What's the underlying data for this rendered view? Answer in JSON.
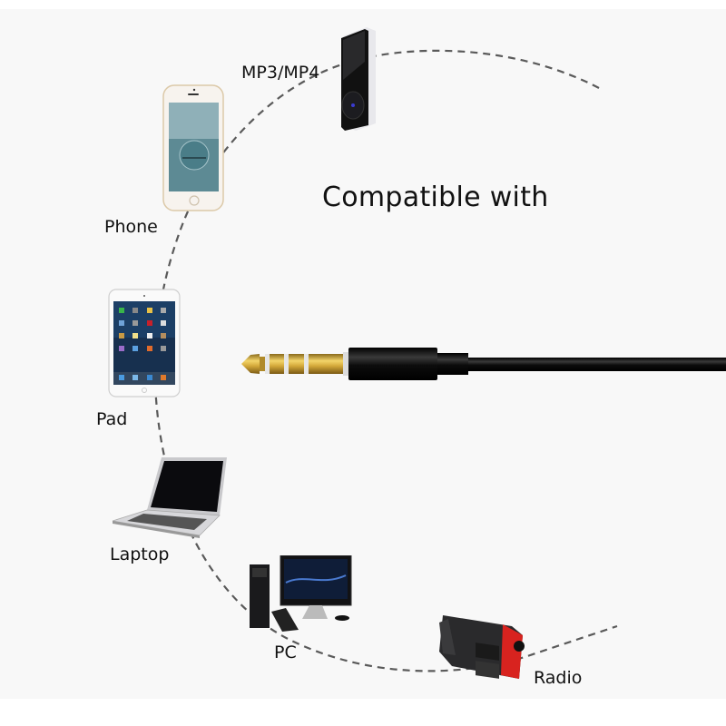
{
  "title": "Compatible with",
  "devices": [
    {
      "id": "mp3",
      "label": "MP3/MP4"
    },
    {
      "id": "phone",
      "label": "Phone"
    },
    {
      "id": "pad",
      "label": "Pad"
    },
    {
      "id": "laptop",
      "label": "Laptop"
    },
    {
      "id": "pc",
      "label": "PC"
    },
    {
      "id": "radio",
      "label": "Radio"
    }
  ],
  "colors": {
    "background": "#f8f8f8",
    "arc": "#5a5a5a",
    "plug_gold": "#d4a93a",
    "cable": "#111111",
    "radio_accent": "#d8231f"
  }
}
